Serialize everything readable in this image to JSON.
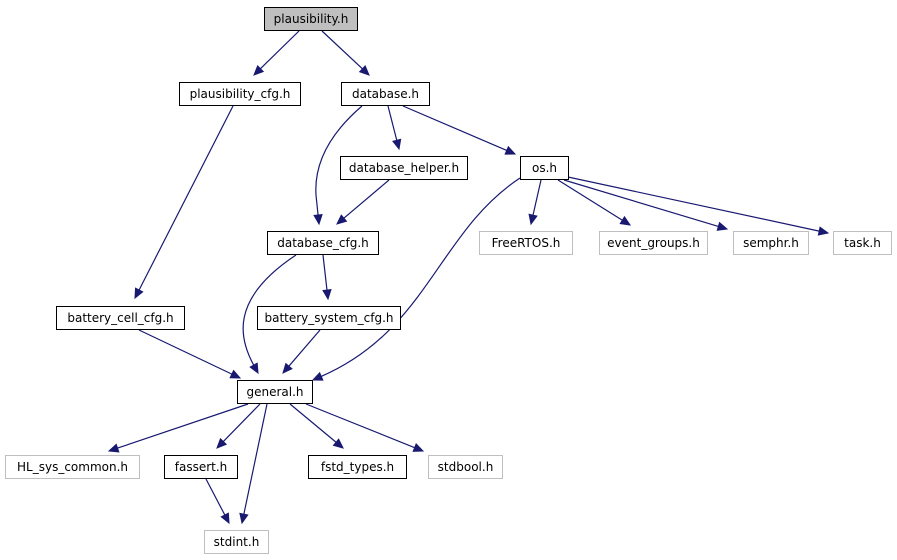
{
  "colors": {
    "edge": "#191970",
    "focus_fill": "#bfbfbf",
    "node_border": "#000000",
    "external_border": "#bfbfbf",
    "node_fill": "#ffffff"
  },
  "nodes": [
    {
      "id": "plausibility_h",
      "label": "plausibility.h",
      "kind": "focus"
    },
    {
      "id": "plausibility_cfg_h",
      "label": "plausibility_cfg.h",
      "kind": "documented"
    },
    {
      "id": "database_h",
      "label": "database.h",
      "kind": "documented"
    },
    {
      "id": "database_helper_h",
      "label": "database_helper.h",
      "kind": "documented"
    },
    {
      "id": "os_h",
      "label": "os.h",
      "kind": "documented"
    },
    {
      "id": "database_cfg_h",
      "label": "database_cfg.h",
      "kind": "documented"
    },
    {
      "id": "freertos_h",
      "label": "FreeRTOS.h",
      "kind": "external"
    },
    {
      "id": "event_groups_h",
      "label": "event_groups.h",
      "kind": "external"
    },
    {
      "id": "semphr_h",
      "label": "semphr.h",
      "kind": "external"
    },
    {
      "id": "task_h",
      "label": "task.h",
      "kind": "external"
    },
    {
      "id": "battery_cell_cfg_h",
      "label": "battery_cell_cfg.h",
      "kind": "documented"
    },
    {
      "id": "battery_system_cfg_h",
      "label": "battery_system_cfg.h",
      "kind": "documented"
    },
    {
      "id": "general_h",
      "label": "general.h",
      "kind": "documented"
    },
    {
      "id": "hl_sys_common_h",
      "label": "HL_sys_common.h",
      "kind": "external"
    },
    {
      "id": "fassert_h",
      "label": "fassert.h",
      "kind": "documented"
    },
    {
      "id": "fstd_types_h",
      "label": "fstd_types.h",
      "kind": "documented"
    },
    {
      "id": "stdbool_h",
      "label": "stdbool.h",
      "kind": "external"
    },
    {
      "id": "stdint_h",
      "label": "stdint.h",
      "kind": "external"
    }
  ],
  "edges": [
    {
      "from": "plausibility_h",
      "to": "plausibility_cfg_h"
    },
    {
      "from": "plausibility_h",
      "to": "database_h"
    },
    {
      "from": "plausibility_cfg_h",
      "to": "battery_cell_cfg_h"
    },
    {
      "from": "database_h",
      "to": "database_helper_h"
    },
    {
      "from": "database_h",
      "to": "database_cfg_h"
    },
    {
      "from": "database_h",
      "to": "os_h"
    },
    {
      "from": "database_helper_h",
      "to": "database_cfg_h"
    },
    {
      "from": "os_h",
      "to": "freertos_h"
    },
    {
      "from": "os_h",
      "to": "event_groups_h"
    },
    {
      "from": "os_h",
      "to": "semphr_h"
    },
    {
      "from": "os_h",
      "to": "task_h"
    },
    {
      "from": "os_h",
      "to": "general_h"
    },
    {
      "from": "database_cfg_h",
      "to": "battery_system_cfg_h"
    },
    {
      "from": "database_cfg_h",
      "to": "general_h"
    },
    {
      "from": "battery_cell_cfg_h",
      "to": "general_h"
    },
    {
      "from": "battery_system_cfg_h",
      "to": "general_h"
    },
    {
      "from": "general_h",
      "to": "hl_sys_common_h"
    },
    {
      "from": "general_h",
      "to": "fassert_h"
    },
    {
      "from": "general_h",
      "to": "stdint_h"
    },
    {
      "from": "general_h",
      "to": "fstd_types_h"
    },
    {
      "from": "general_h",
      "to": "stdbool_h"
    },
    {
      "from": "fassert_h",
      "to": "stdint_h"
    }
  ]
}
